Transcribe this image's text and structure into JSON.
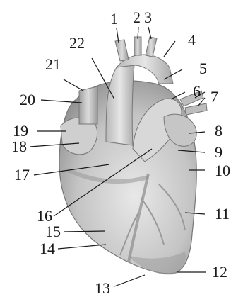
{
  "figure": {
    "labels": [
      "1",
      "2",
      "3",
      "4",
      "5",
      "6",
      "7",
      "8",
      "9",
      "10",
      "11",
      "12",
      "13",
      "14",
      "15",
      "16",
      "17",
      "18",
      "19",
      "20",
      "21",
      "22"
    ]
  },
  "colors": {
    "ink": "#1a1a1a",
    "heart_light": "#e2e2e2",
    "heart_mid": "#bdbdbd",
    "heart_dark": "#8f8f8f",
    "vessel": "#cfcfcf"
  }
}
